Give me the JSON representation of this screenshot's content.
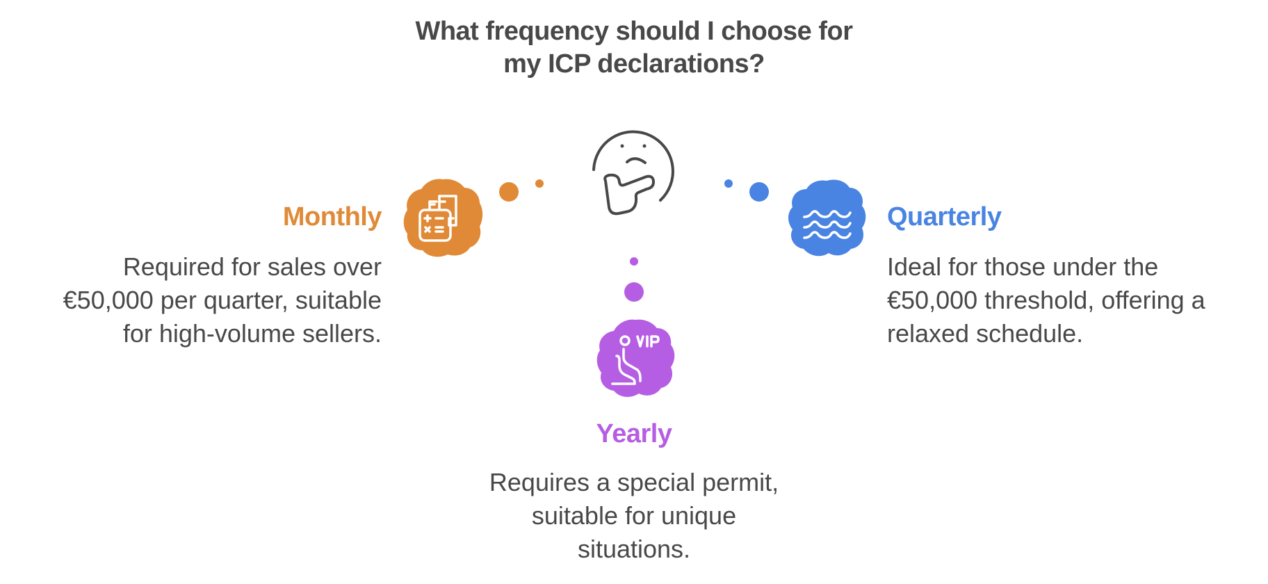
{
  "diagram": {
    "title_lines": [
      "What frequency should I choose for",
      "my ICP declarations?"
    ],
    "center_icon": "thinking-face-icon",
    "options": [
      {
        "key": "monthly",
        "label": "Monthly",
        "color": "#E08A37",
        "icon": "calculator-document-icon",
        "description_lines": [
          "Required for sales over",
          "€50,000 per quarter, suitable",
          "for high-volume sellers."
        ]
      },
      {
        "key": "quarterly",
        "label": "Quarterly",
        "color": "#4A84E2",
        "icon": "water-waves-icon",
        "description_lines": [
          "Ideal for those under the",
          "€50,000 threshold, offering a",
          "relaxed schedule."
        ]
      },
      {
        "key": "yearly",
        "label": "Yearly",
        "color": "#B65EE3",
        "icon": "vip-seat-icon",
        "description_lines": [
          "Requires a special permit,",
          "suitable for unique",
          "situations."
        ]
      }
    ],
    "text_color": "#484848"
  }
}
